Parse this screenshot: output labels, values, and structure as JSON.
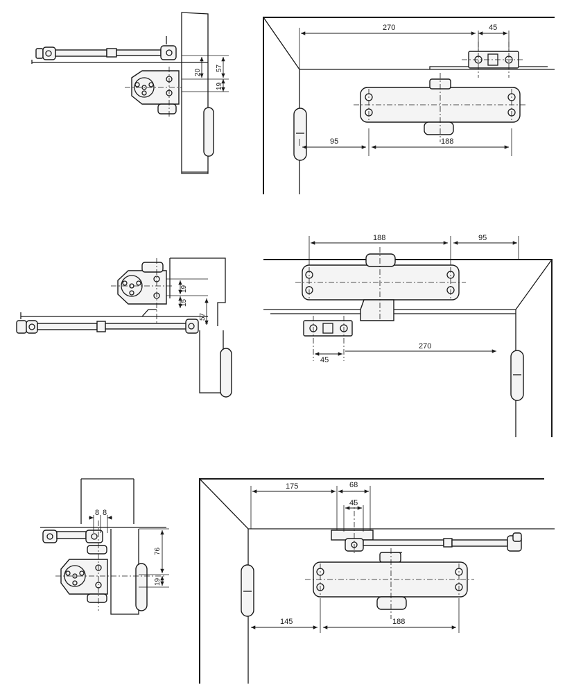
{
  "diagram_1": {
    "side_view": {
      "dim_57": "57",
      "dim_20": "20",
      "dim_19": "19"
    },
    "front_view": {
      "dim_270": "270",
      "dim_45": "45",
      "dim_95": "95",
      "dim_188": "188"
    }
  },
  "diagram_2": {
    "side_view": {
      "dim_19": "19",
      "dim_15": "15",
      "dim_57": "57"
    },
    "front_view": {
      "dim_188": "188",
      "dim_95": "95",
      "dim_45": "45",
      "dim_270": "270"
    }
  },
  "diagram_3": {
    "side_view": {
      "dim_8a": "8",
      "dim_8b": "8",
      "dim_76": "76",
      "dim_19": "19"
    },
    "front_view": {
      "dim_175": "175",
      "dim_68": "68",
      "dim_45": "45",
      "dim_145": "145",
      "dim_188": "188"
    }
  }
}
